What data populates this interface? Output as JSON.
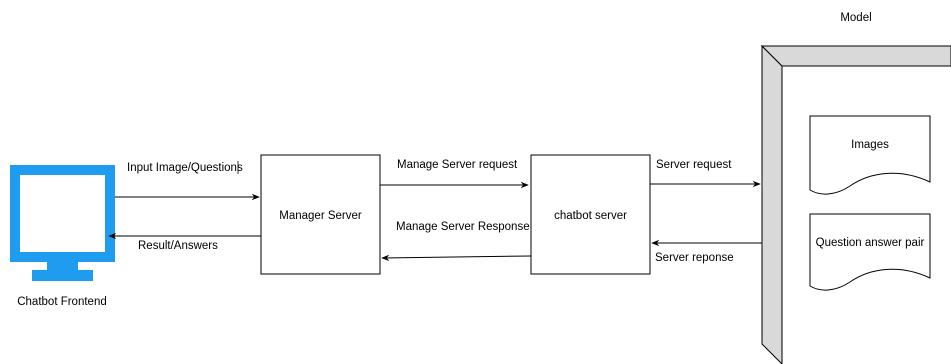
{
  "labels": {
    "frontend": "Chatbot Frontend",
    "manager": "Manager Server",
    "chatbot": "chatbot server",
    "model": "Model",
    "images": "Images",
    "qa_pair": "Question answer pair"
  },
  "edges": {
    "input": "Input Image/Questions",
    "result": "Result/Answers",
    "manage_request": "Manage Server request",
    "manage_response": "Manage Server Response",
    "server_request": "Server request",
    "server_response": "Server reponse"
  },
  "colors": {
    "monitor": "#1f9bf0",
    "model_face": "#d9d9d9",
    "stroke": "#000000"
  }
}
